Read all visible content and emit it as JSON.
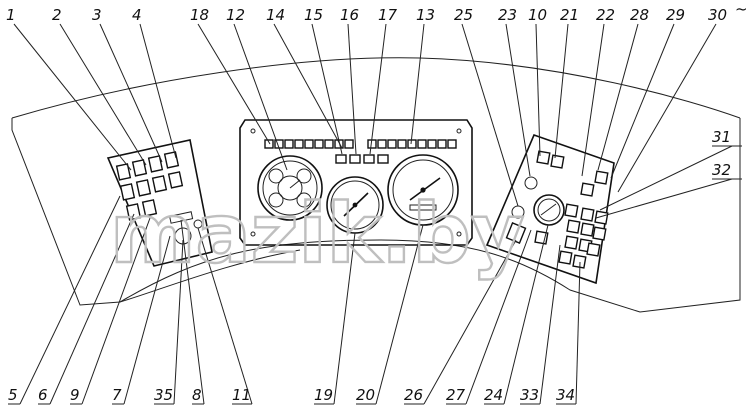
{
  "labels_top": [
    "1",
    "2",
    "3",
    "4",
    "18",
    "12",
    "14",
    "15",
    "16",
    "17",
    "13",
    "25",
    "23",
    "10",
    "21",
    "22",
    "28",
    "29",
    "30"
  ],
  "labels_right": [
    "31",
    "32"
  ],
  "labels_bottom": [
    "5",
    "6",
    "9",
    "7",
    "35",
    "8",
    "11",
    "19",
    "20",
    "26",
    "27",
    "24",
    "33",
    "34"
  ],
  "watermark": "mazik.by",
  "corner_mark": "~"
}
